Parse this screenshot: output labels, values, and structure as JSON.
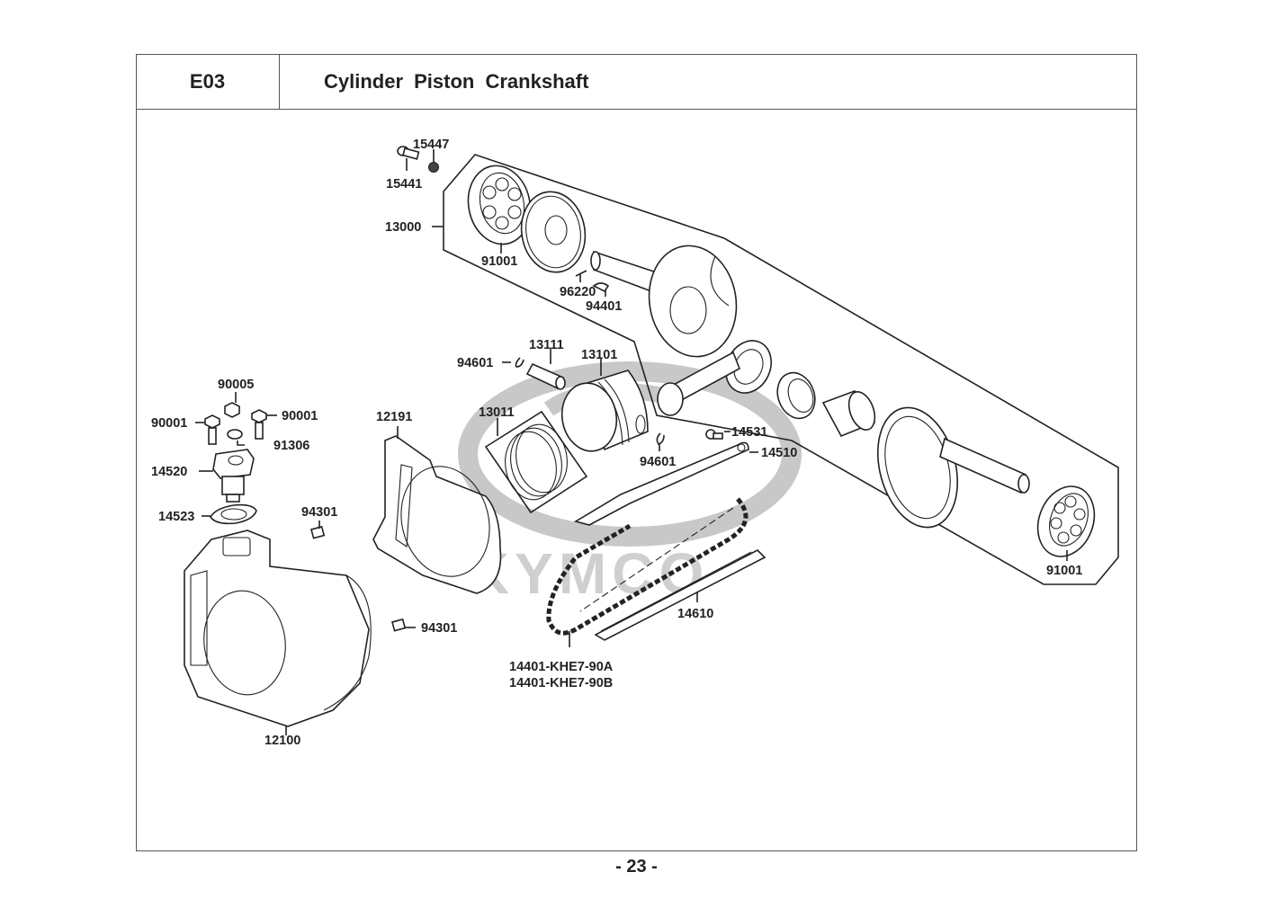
{
  "header": {
    "section_code": "E03",
    "title": "Cylinder  Piston  Crankshaft"
  },
  "watermark": {
    "brand": "KYMCO",
    "color": "#c8c8c8"
  },
  "parts": {
    "p15447": "15447",
    "p15441": "15441",
    "p13000": "13000",
    "p91001_top": "91001",
    "p96220": "96220",
    "p94401": "94401",
    "p94601_left": "94601",
    "p13111": "13111",
    "p13101": "13101",
    "p13011": "13011",
    "p94601_right": "94601",
    "p14531": "14531",
    "p14510": "14510",
    "p91001_bottom": "91001",
    "p90005": "90005",
    "p90001_left": "90001",
    "p90001_right": "90001",
    "p91306": "91306",
    "p14520": "14520",
    "p14523": "14523",
    "p94301_top": "94301",
    "p12191": "12191",
    "p94301_bottom": "94301",
    "p12100": "12100",
    "p14610": "14610",
    "p14401_a": "14401-KHE7-90A",
    "p14401_b": "14401-KHE7-90B"
  },
  "footer": {
    "page_number": "- 23 -"
  }
}
